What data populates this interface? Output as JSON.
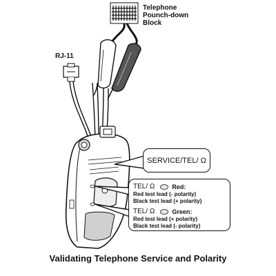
{
  "labels": {
    "block_line1": "Telephone",
    "block_line2": "Pounch-down",
    "block_line3": "Block",
    "rj11": "RJ-11"
  },
  "callouts": {
    "service": "SERVICE/TEL/ Ω",
    "red": {
      "mode": "TEL/ Ω",
      "color": "Red:",
      "line1": "Red test lead (- polarity)",
      "line2": "Black test lead (+ polarity)"
    },
    "green": {
      "mode": "TEL/ Ω",
      "color": "Green:",
      "line1": "Red test lead (+ polarity)",
      "line2": "Black test lead (- polarity)"
    }
  },
  "caption": "Validating Telephone Service and Polarity",
  "colors": {
    "ink": "#111111",
    "background": "#ffffff",
    "device_body": "#ffffff",
    "device_shade": "#d0d0d0"
  }
}
